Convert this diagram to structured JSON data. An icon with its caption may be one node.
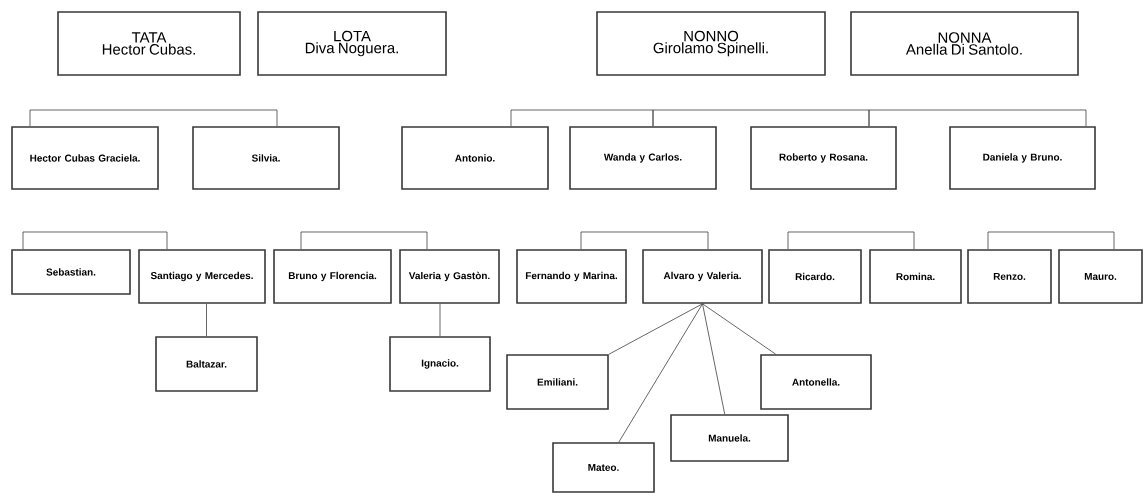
{
  "diagram": {
    "nodes": [
      {
        "text": [
          "TATA",
          "Hector Cubas."
        ]
      },
      {
        "text": [
          "LOTA",
          "Diva Noguera."
        ]
      },
      {
        "text": [
          "NONNO",
          "Girolamo Spinelli."
        ]
      },
      {
        "text": [
          "NONNA",
          "Anella Di Santolo."
        ]
      },
      {
        "text": [
          "Hector Cubas Graciela."
        ]
      },
      {
        "text": [
          "Silvia."
        ]
      },
      {
        "text": [
          "Antonio."
        ]
      },
      {
        "text": [
          "Wanda y Carlos."
        ]
      },
      {
        "text": [
          "Roberto y Rosana."
        ]
      },
      {
        "text": [
          "Daniela y Bruno."
        ]
      },
      {
        "text": [
          "Sebastian."
        ]
      },
      {
        "text": [
          "Santiago y Mercedes."
        ]
      },
      {
        "text": [
          "Bruno y Florencia."
        ]
      },
      {
        "text": [
          "Valeria y Gastòn."
        ]
      },
      {
        "text": [
          "Fernando y Marina."
        ]
      },
      {
        "text": [
          "Alvaro y Valeria."
        ]
      },
      {
        "text": [
          "Ricardo."
        ]
      },
      {
        "text": [
          "Romina."
        ]
      },
      {
        "text": [
          "Renzo."
        ]
      },
      {
        "text": [
          "Mauro."
        ]
      },
      {
        "text": [
          "Baltazar."
        ]
      },
      {
        "text": [
          "Ignacio."
        ]
      },
      {
        "text": [
          "Emiliani."
        ]
      },
      {
        "text": [
          "Mateo."
        ]
      },
      {
        "text": [
          "Manuela."
        ]
      },
      {
        "text": [
          "Antonella."
        ]
      }
    ],
    "edges": [
      {
        "from": 4,
        "to": 5,
        "arrow": "none"
      },
      {
        "from": 6,
        "to": 7,
        "arrow": "none"
      },
      {
        "from": 7,
        "to": 8,
        "arrow": "none"
      },
      {
        "from": 8,
        "to": 9,
        "arrow": "none"
      },
      {
        "from": 10,
        "to": 11,
        "arrow": "none"
      },
      {
        "from": 12,
        "to": 13,
        "arrow": "none"
      },
      {
        "from": 14,
        "to": 15,
        "arrow": "none"
      },
      {
        "from": 16,
        "to": 17,
        "arrow": "none"
      },
      {
        "from": 18,
        "to": 19,
        "arrow": "none"
      },
      {
        "from": 11,
        "to": 20,
        "arrow": "none"
      },
      {
        "from": 13,
        "to": 21,
        "arrow": "none"
      },
      {
        "from": 15,
        "to": 22,
        "arrow": "none"
      },
      {
        "from": 15,
        "to": 23,
        "arrow": "none"
      },
      {
        "from": 15,
        "to": 24,
        "arrow": "none"
      },
      {
        "from": 15,
        "to": 25,
        "arrow": "none"
      }
    ]
  }
}
